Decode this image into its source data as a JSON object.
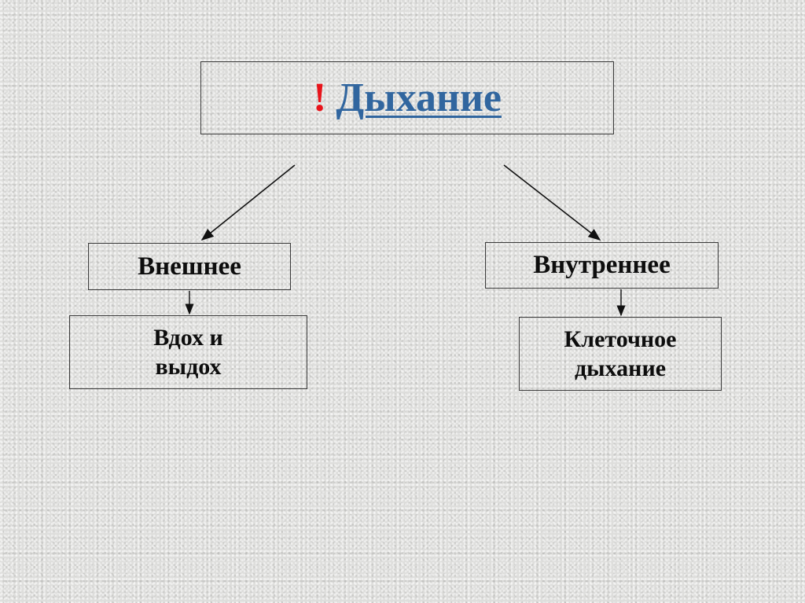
{
  "title": {
    "marker": "!",
    "text": "Дыхание",
    "marker_color": "#e8141b",
    "text_color": "#31669f"
  },
  "branches": [
    {
      "label": "Внешнее",
      "child": {
        "lines": [
          "Вдох и",
          "выдох"
        ]
      }
    },
    {
      "label": "Внутреннее",
      "child": {
        "lines": [
          "Клеточное",
          "дыхание"
        ]
      }
    }
  ]
}
